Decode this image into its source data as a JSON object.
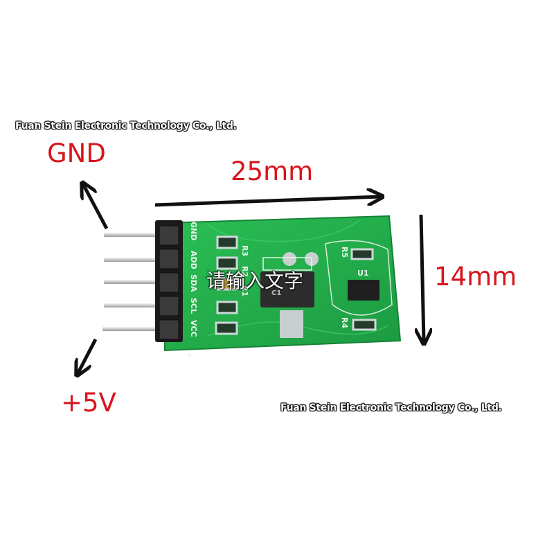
{
  "watermarks": {
    "company_top": "Fuan Stein Electronic Technology Co., Ltd.",
    "company_bottom": "Fuan Stein Electronic Technology Co., Ltd.",
    "overlay_cn": "请输入文字"
  },
  "labels": {
    "gnd": "GND",
    "plus5v": "+5V",
    "width": "25mm",
    "height": "14mm"
  },
  "board": {
    "pin_labels": [
      "GND",
      "ADD",
      "SDA",
      "SCL",
      "VCC"
    ],
    "silk": {
      "r3": "R3",
      "r2": "R2",
      "r1": "R1",
      "r4": "R4",
      "r5": "R5",
      "c1": "C1",
      "u1": "U1",
      "plus": "+"
    },
    "colors": {
      "pcb": "#22a84a",
      "pcb_edge": "#1b8f3d",
      "silk": "#e9f5ea",
      "pad": "#cfd8d8",
      "header": "#1a1a1a",
      "label_red": "#d8141c"
    }
  }
}
